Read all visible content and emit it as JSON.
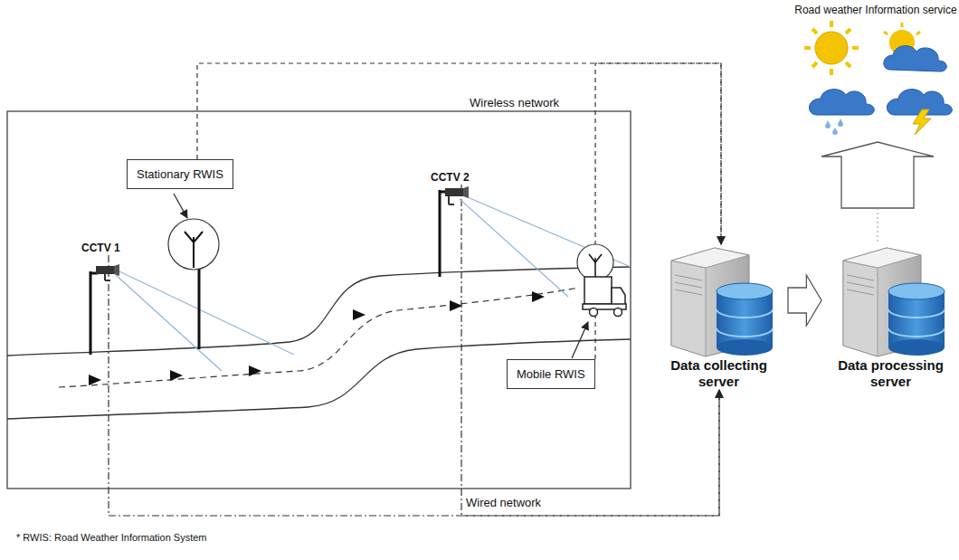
{
  "diagram": {
    "nodes": [
      {
        "text": [
          "Stationary RWIS"
        ]
      },
      {
        "text": [
          "CCTV 1"
        ]
      },
      {
        "text": [
          "CCTV 2"
        ]
      },
      {
        "text": [
          "Mobile RWIS"
        ]
      },
      {
        "text": [
          "Data collecting server"
        ]
      },
      {
        "text": [
          "Data processing server"
        ]
      },
      {
        "text": [
          "Road weather Information service"
        ]
      }
    ],
    "edges": [
      {
        "from": 0,
        "to": 4,
        "arrow": "to",
        "label": "Wireless network"
      },
      {
        "from": 3,
        "to": 4,
        "arrow": "to"
      },
      {
        "from": 1,
        "to": 4,
        "arrow": "to",
        "label": "Wired network"
      },
      {
        "from": 2,
        "to": 4,
        "arrow": "to"
      },
      {
        "from": 4,
        "to": 5,
        "arrow": "to"
      },
      {
        "from": 5,
        "to": 6,
        "arrow": "to"
      }
    ],
    "labels": [
      "* RWIS: Road Weather Information System"
    ]
  }
}
